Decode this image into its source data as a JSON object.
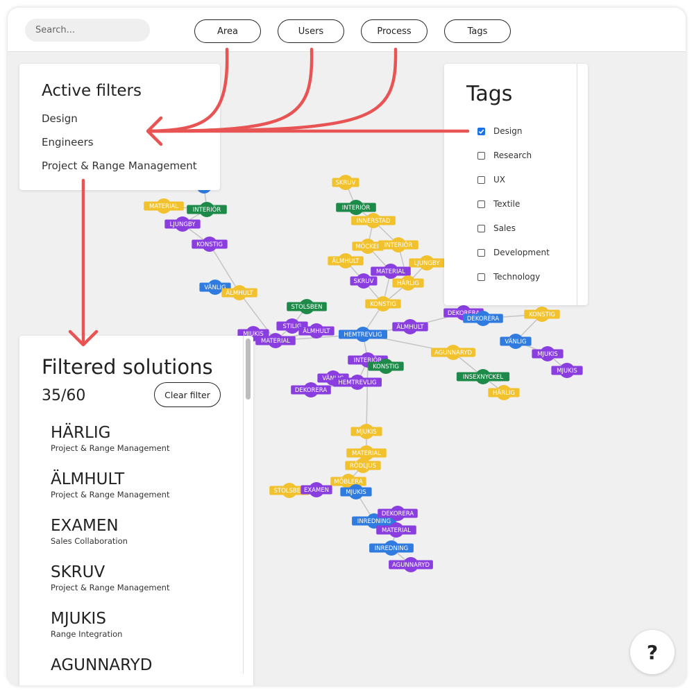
{
  "toolbar": {
    "search_placeholder": "Search...",
    "filters": [
      "Area",
      "Users",
      "Process",
      "Tags"
    ]
  },
  "active_filters": {
    "title": "Active filters",
    "items": [
      "Design",
      "Engineers",
      "Project & Range Management"
    ]
  },
  "tags_panel": {
    "title": "Tags",
    "options": [
      {
        "label": "Design",
        "checked": true
      },
      {
        "label": "Research",
        "checked": false
      },
      {
        "label": "UX",
        "checked": false
      },
      {
        "label": "Textile",
        "checked": false
      },
      {
        "label": "Sales",
        "checked": false
      },
      {
        "label": "Development",
        "checked": false
      },
      {
        "label": "Technology",
        "checked": false
      }
    ]
  },
  "filtered_solutions": {
    "title": "Filtered solutions",
    "count": "35/60",
    "clear_label": "Clear filter",
    "items": [
      {
        "name": "HÄRLIG",
        "category": "Project & Range Management"
      },
      {
        "name": "ÄLMHULT",
        "category": "Project & Range Management"
      },
      {
        "name": "EXAMEN",
        "category": "Sales Collaboration"
      },
      {
        "name": "SKRUV",
        "category": "Project & Range Management"
      },
      {
        "name": "MJUKIS",
        "category": "Range Integration"
      },
      {
        "name": "AGUNNARYD",
        "category": ""
      }
    ]
  },
  "help": {
    "label": "?"
  },
  "colors": {
    "yellow": "#f2c12e",
    "purple": "#8a3ee0",
    "green": "#1e8a4a",
    "blue": "#2f7be0",
    "edge": "#c4c4c4",
    "annotation": "#e85454",
    "checkbox": "#1a73e8"
  },
  "graph": {
    "nodes": [
      {
        "id": "n1",
        "label": "",
        "color": "blue"
      },
      {
        "id": "n2",
        "label": "MATERIAL",
        "color": "yellow"
      },
      {
        "id": "n3",
        "label": "INTERIÖR",
        "color": "green"
      },
      {
        "id": "n4",
        "label": "LJUNGBY",
        "color": "purple"
      },
      {
        "id": "n5",
        "label": "KONSTIG",
        "color": "purple"
      },
      {
        "id": "n6",
        "label": "VÄNLIG",
        "color": "blue"
      },
      {
        "id": "n7",
        "label": "ÄLMHULT",
        "color": "yellow"
      },
      {
        "id": "n8",
        "label": "STOLSBEN",
        "color": "green"
      },
      {
        "id": "n9",
        "label": "STILIG",
        "color": "purple"
      },
      {
        "id": "n10",
        "label": "ÄLMHULT",
        "color": "purple"
      },
      {
        "id": "n11",
        "label": "MJUKIS",
        "color": "purple"
      },
      {
        "id": "n12",
        "label": "MATERIAL",
        "color": "purple"
      },
      {
        "id": "n13",
        "label": "SKRUV",
        "color": "yellow"
      },
      {
        "id": "n14",
        "label": "INTERIÖR",
        "color": "green"
      },
      {
        "id": "n15",
        "label": "INNERSTAD",
        "color": "yellow"
      },
      {
        "id": "n16",
        "label": "MÖCKEL",
        "color": "yellow"
      },
      {
        "id": "n17",
        "label": "INTERIÖR",
        "color": "yellow"
      },
      {
        "id": "n18",
        "label": "ÄLMHULT",
        "color": "yellow"
      },
      {
        "id": "n19",
        "label": "LJUNGBY",
        "color": "yellow"
      },
      {
        "id": "n20",
        "label": "MATERIAL",
        "color": "purple"
      },
      {
        "id": "n21",
        "label": "SKRUV",
        "color": "purple"
      },
      {
        "id": "n22",
        "label": "HÄRLIG",
        "color": "yellow"
      },
      {
        "id": "n23",
        "label": "KONSTIG",
        "color": "yellow"
      },
      {
        "id": "n24",
        "label": "HEMTREVLIG",
        "color": "blue"
      },
      {
        "id": "n25",
        "label": "ÄLMHULT",
        "color": "purple"
      },
      {
        "id": "n26",
        "label": "DEKORERA",
        "color": "purple"
      },
      {
        "id": "n27",
        "label": "DEKORERA",
        "color": "blue"
      },
      {
        "id": "n28",
        "label": "KONSTIG",
        "color": "yellow"
      },
      {
        "id": "n29",
        "label": "VÄNLIG",
        "color": "blue"
      },
      {
        "id": "n30",
        "label": "AGUNNARYD",
        "color": "yellow"
      },
      {
        "id": "n31",
        "label": "MJUKIS",
        "color": "purple"
      },
      {
        "id": "n32",
        "label": "MJUKIS",
        "color": "purple"
      },
      {
        "id": "n33",
        "label": "INSEXNYCKEL",
        "color": "green"
      },
      {
        "id": "n34",
        "label": "HÄRLIG",
        "color": "yellow"
      },
      {
        "id": "n35",
        "label": "INTERIÖR",
        "color": "purple"
      },
      {
        "id": "n36",
        "label": "KONSTIG",
        "color": "green"
      },
      {
        "id": "n37",
        "label": "VÄNLIG",
        "color": "purple"
      },
      {
        "id": "n38",
        "label": "HEMTREVLIG",
        "color": "purple"
      },
      {
        "id": "n39",
        "label": "DEKORERA",
        "color": "purple"
      },
      {
        "id": "n40",
        "label": "MJUKIS",
        "color": "yellow"
      },
      {
        "id": "n41",
        "label": "MATERIAL",
        "color": "yellow"
      },
      {
        "id": "n42",
        "label": "RÖDLJUS",
        "color": "yellow"
      },
      {
        "id": "n43",
        "label": "MÖBLERA",
        "color": "yellow"
      },
      {
        "id": "n44",
        "label": "MJUKIS",
        "color": "blue"
      },
      {
        "id": "n45",
        "label": "STOLSBEN",
        "color": "yellow"
      },
      {
        "id": "n46",
        "label": "EXAMEN",
        "color": "purple"
      },
      {
        "id": "n47",
        "label": "INREDNING",
        "color": "blue"
      },
      {
        "id": "n48",
        "label": "DEKORERA",
        "color": "purple"
      },
      {
        "id": "n49",
        "label": "MATERIAL",
        "color": "purple"
      },
      {
        "id": "n50",
        "label": "INREDNING",
        "color": "blue"
      },
      {
        "id": "n51",
        "label": "AGUNNARYD",
        "color": "purple"
      }
    ],
    "edges": [
      [
        "n1",
        "n3"
      ],
      [
        "n2",
        "n3"
      ],
      [
        "n3",
        "n4"
      ],
      [
        "n4",
        "n5"
      ],
      [
        "n5",
        "n7"
      ],
      [
        "n6",
        "n7"
      ],
      [
        "n7",
        "n12"
      ],
      [
        "n8",
        "n9"
      ],
      [
        "n9",
        "n12"
      ],
      [
        "n10",
        "n12"
      ],
      [
        "n11",
        "n12"
      ],
      [
        "n12",
        "n24"
      ],
      [
        "n13",
        "n14"
      ],
      [
        "n14",
        "n15"
      ],
      [
        "n15",
        "n16"
      ],
      [
        "n15",
        "n17"
      ],
      [
        "n16",
        "n20"
      ],
      [
        "n17",
        "n22"
      ],
      [
        "n18",
        "n21"
      ],
      [
        "n19",
        "n22"
      ],
      [
        "n20",
        "n23"
      ],
      [
        "n21",
        "n23"
      ],
      [
        "n22",
        "n23"
      ],
      [
        "n23",
        "n24"
      ],
      [
        "n24",
        "n25"
      ],
      [
        "n24",
        "n35"
      ],
      [
        "n25",
        "n26"
      ],
      [
        "n26",
        "n27"
      ],
      [
        "n24",
        "n30"
      ],
      [
        "n27",
        "n28"
      ],
      [
        "n28",
        "n29"
      ],
      [
        "n29",
        "n31"
      ],
      [
        "n31",
        "n32"
      ],
      [
        "n30",
        "n33"
      ],
      [
        "n33",
        "n34"
      ],
      [
        "n35",
        "n36"
      ],
      [
        "n35",
        "n38"
      ],
      [
        "n37",
        "n38"
      ],
      [
        "n38",
        "n39"
      ],
      [
        "n35",
        "n40"
      ],
      [
        "n40",
        "n41"
      ],
      [
        "n41",
        "n42"
      ],
      [
        "n42",
        "n43"
      ],
      [
        "n43",
        "n44"
      ],
      [
        "n45",
        "n46"
      ],
      [
        "n43",
        "n46"
      ],
      [
        "n44",
        "n47"
      ],
      [
        "n47",
        "n48"
      ],
      [
        "n48",
        "n49"
      ],
      [
        "n49",
        "n50"
      ],
      [
        "n50",
        "n51"
      ]
    ]
  }
}
